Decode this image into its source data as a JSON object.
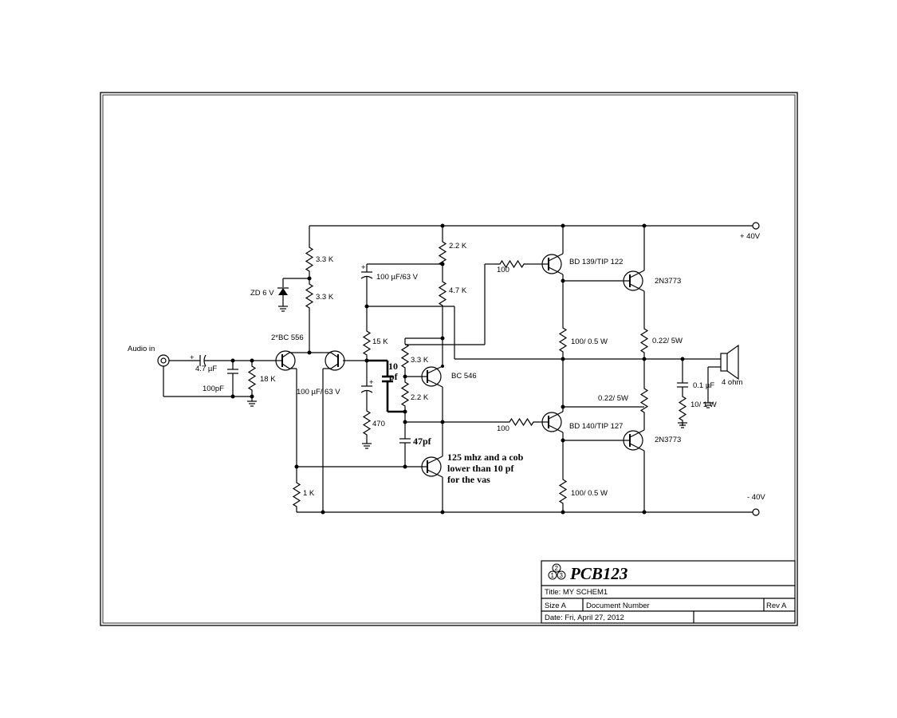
{
  "labels": {
    "audio_in": "Audio in",
    "c_in": "4.7 µF",
    "c_in_plus": "+",
    "c_pf": "100pF",
    "r_in": "18 K",
    "q_pair": "2*BC 556",
    "r_top1": "3.3 K",
    "r_top2": "3.3 K",
    "zener": "ZD 6 V",
    "c_fb": "100 µF/ 63 V",
    "r_tail": "1 K",
    "c_vas": "100 µF/63 V",
    "c_vas_plus": "+",
    "r_15k": "15 K",
    "c_lower_plus": "+",
    "r_470": "470",
    "c_10pf_a": "10",
    "c_10pf_b": "pf",
    "c_47pf": "47pf",
    "r_vbe1": "3.3 K",
    "r_vbe2": "2.2 K",
    "q_vbe": "BC 546",
    "r_load": "2.2 K",
    "r_load2": "4.7 K",
    "note1": "125 mhz and a cob",
    "note2": "lower than 10 pf",
    "note3": "for the vas",
    "r_base_top": "100",
    "r_base_bot": "100",
    "q_drv_top": "BD 139/TIP 122",
    "q_drv_bot": "BD 140/TIP 127",
    "r_em_top": "100/ 0.5 W",
    "r_em_bot": "100/ 0.5 W",
    "q_out_top": "2N3773",
    "q_out_bot": "2N3773",
    "r_out_top": "0.22/ 5W",
    "r_out_bot": "0.22/ 5W",
    "c_zobel": "0.1 µF",
    "r_zobel": "10/ 1 W",
    "speaker": "4 ohm",
    "rail_pos": "+ 40V",
    "rail_neg": "- 40V"
  },
  "title_block": {
    "logo_text": "PCB123",
    "logo_digits": [
      "1",
      "2",
      "3"
    ],
    "title": "Title: MY SCHEM1",
    "size": "Size A",
    "doc_number": "Document Number",
    "rev": "Rev A",
    "date": "Date: Fri, April 27, 2012"
  }
}
